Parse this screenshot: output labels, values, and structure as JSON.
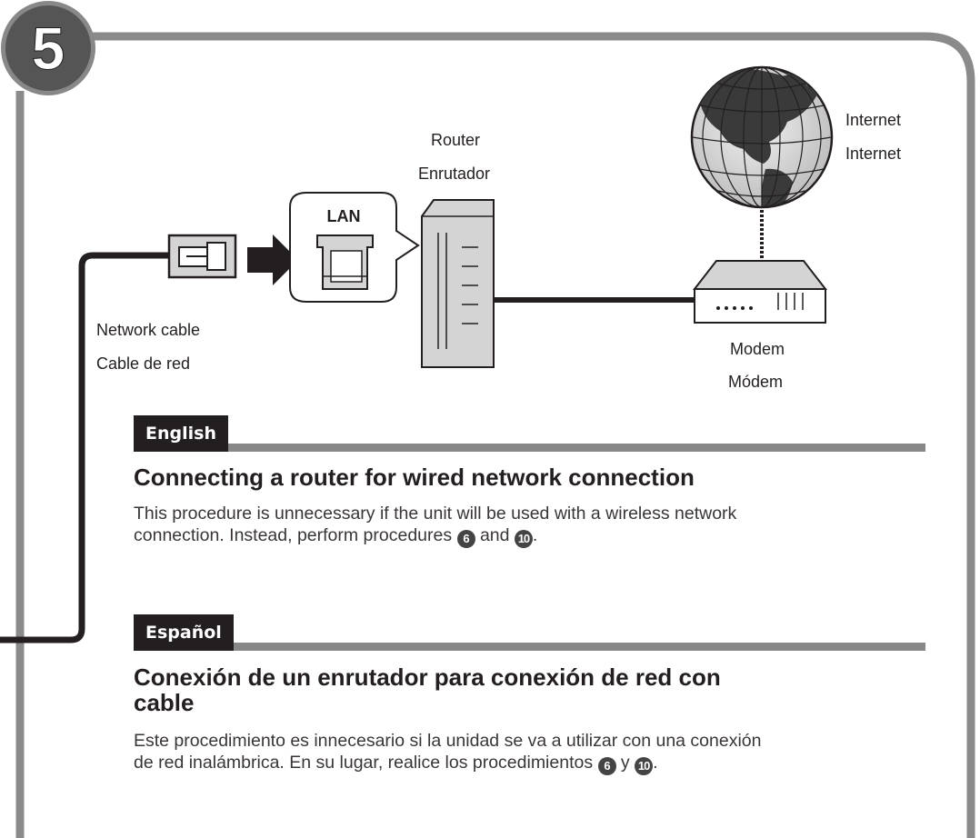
{
  "step": {
    "number": "5"
  },
  "diagram": {
    "port_label": "LAN",
    "router": {
      "label_en": "Router",
      "label_es": "Enrutador"
    },
    "internet": {
      "label_en": "Internet",
      "label_es": "Internet"
    },
    "modem": {
      "label_en": "Modem",
      "label_es": "Módem"
    },
    "cable": {
      "label_en": "Network cable",
      "label_es": "Cable de red"
    }
  },
  "sections": {
    "english": {
      "tab": "English",
      "heading": "Connecting a router for wired network connection",
      "text_line1": "This procedure is unnecessary if the unit will be used with a wireless  network",
      "text_line2_a": "connection. Instead, perform procedures ",
      "ref_a": "6",
      "text_line2_b": " and ",
      "ref_b": "10",
      "text_line2_c": "."
    },
    "spanish": {
      "tab": "Español",
      "heading_line1": "Conexión de un enrutador para conexión de red con",
      "heading_line2": "cable",
      "text_line1": "Este procedimiento es innecesario si la unidad se va a utilizar con una conexión",
      "text_line2_a": "de red inalámbrica. En su lugar, realice los procedimientos ",
      "ref_a": "6",
      "text_line2_b": " y ",
      "ref_b": "10",
      "text_line2_c": "."
    }
  },
  "colors": {
    "frame": "#888888",
    "badge": "#555555",
    "tab": "#231f20",
    "device_fill": "#d4d4d4"
  }
}
